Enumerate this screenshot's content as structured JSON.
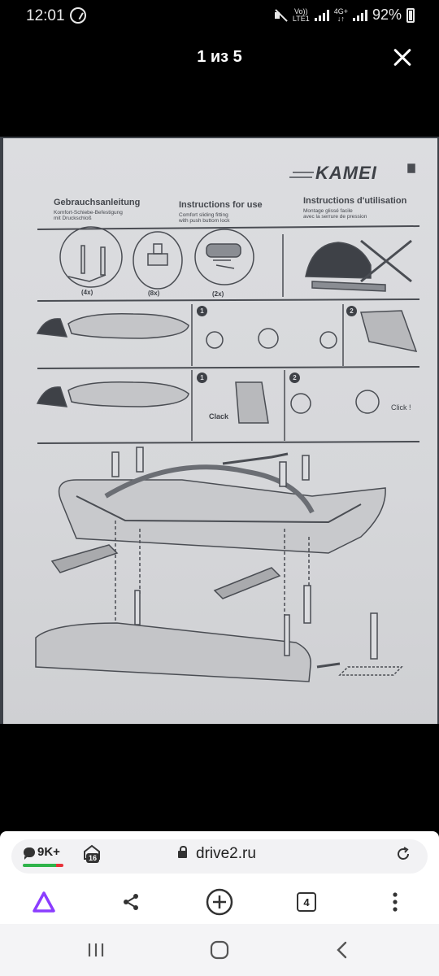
{
  "status_bar": {
    "time": "12:01",
    "network_top": "Vo))",
    "network_bottom": "LTE1",
    "network_type_top": "4G+",
    "network_type_bottom": "↓↑",
    "battery": "92%"
  },
  "viewer": {
    "counter": "1 из 5"
  },
  "photo_document": {
    "brand": "KAMEI",
    "sections": [
      {
        "title": "Gebrauchsanleitung",
        "subtitle_line1": "Komfort-Schiebe-Befestigung",
        "subtitle_line2": "mit Druckschloß"
      },
      {
        "title": "Instructions for use",
        "subtitle_line1": "Comfort sliding fitting",
        "subtitle_line2": "with push buttom lock"
      },
      {
        "title": "Instructions d'utilisation",
        "subtitle_line1": "Montage glissé facile",
        "subtitle_line2": "avec la serrure de pression"
      }
    ],
    "quantities": [
      "(4x)",
      "(8x)",
      "(2x)"
    ],
    "sound_labels": {
      "clack": "Clack",
      "click": "Click !"
    },
    "step_numbers": [
      "1",
      "2",
      "1",
      "2"
    ]
  },
  "browser": {
    "comments_count": "9K+",
    "garage_count": "16",
    "url": "drive2.ru",
    "tabs_count": "4"
  },
  "colors": {
    "background": "#000000",
    "paper": "#dcdde0",
    "ink": "#45484e",
    "alice_accent": "#8b3dff",
    "badge_green": "#2fb34a",
    "badge_red": "#e8333a"
  }
}
